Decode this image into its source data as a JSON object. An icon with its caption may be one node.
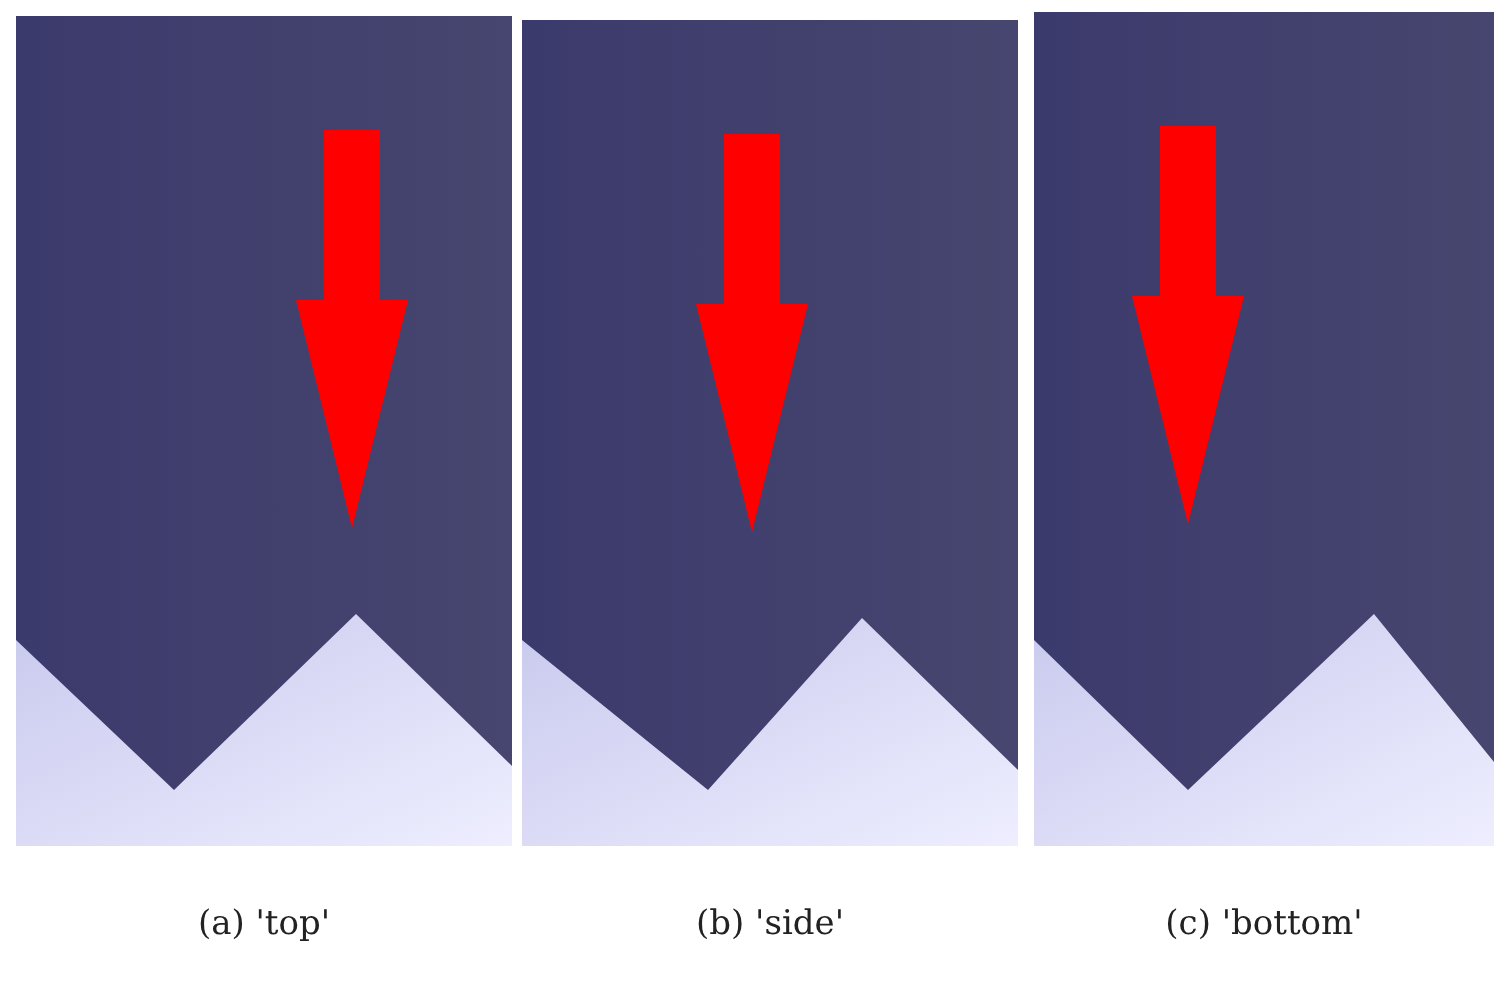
{
  "diagram": {
    "labels": [
      "(a) 'top'",
      "(b) 'side'",
      "(c) 'bottom'"
    ]
  }
}
